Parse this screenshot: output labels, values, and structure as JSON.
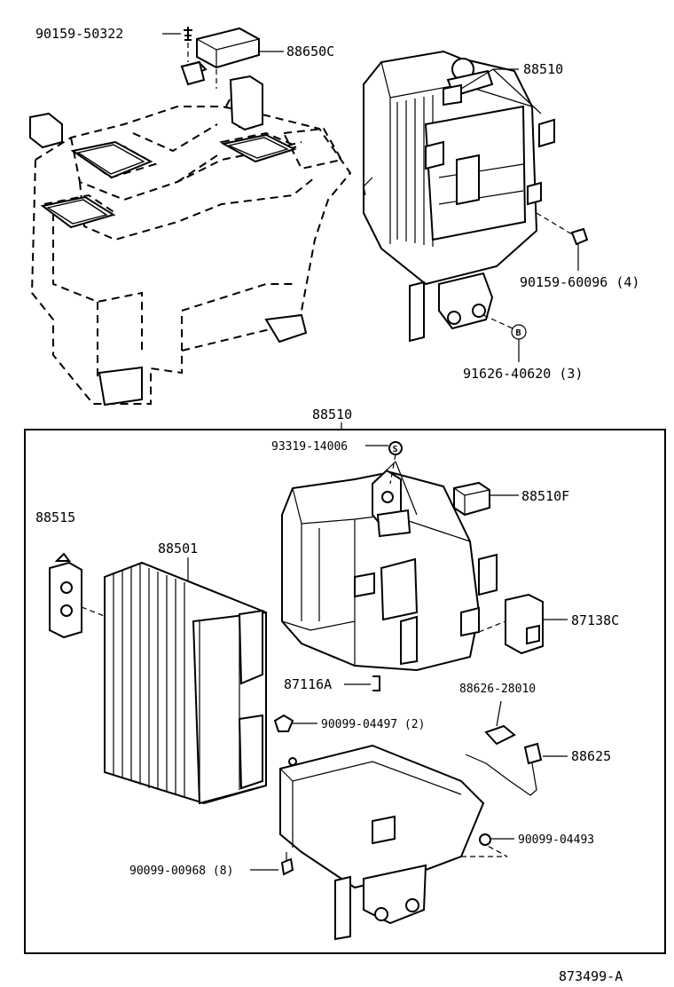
{
  "labels": {
    "p_90159_50322": "90159-50322",
    "p_88650C": "88650C",
    "p_88510_top": "88510",
    "p_90159_60096": "90159-60096 (4)",
    "p_91626_40620": "91626-40620 (3)",
    "callout_B": "B",
    "p_88510_box": "88510",
    "p_93319_14006": "93319-14006",
    "callout_S": "S",
    "p_88510F": "88510F",
    "p_88515": "88515",
    "p_88501": "88501",
    "p_87138C": "87138C",
    "p_87116A": "87116A",
    "p_88626_28010": "88626-28010",
    "p_90099_04497": "90099-04497 (2)",
    "p_88625": "88625",
    "p_90099_04493": "90099-04493",
    "p_90099_00968": "90099-00968 (8)",
    "figure_id": "873499-A"
  }
}
